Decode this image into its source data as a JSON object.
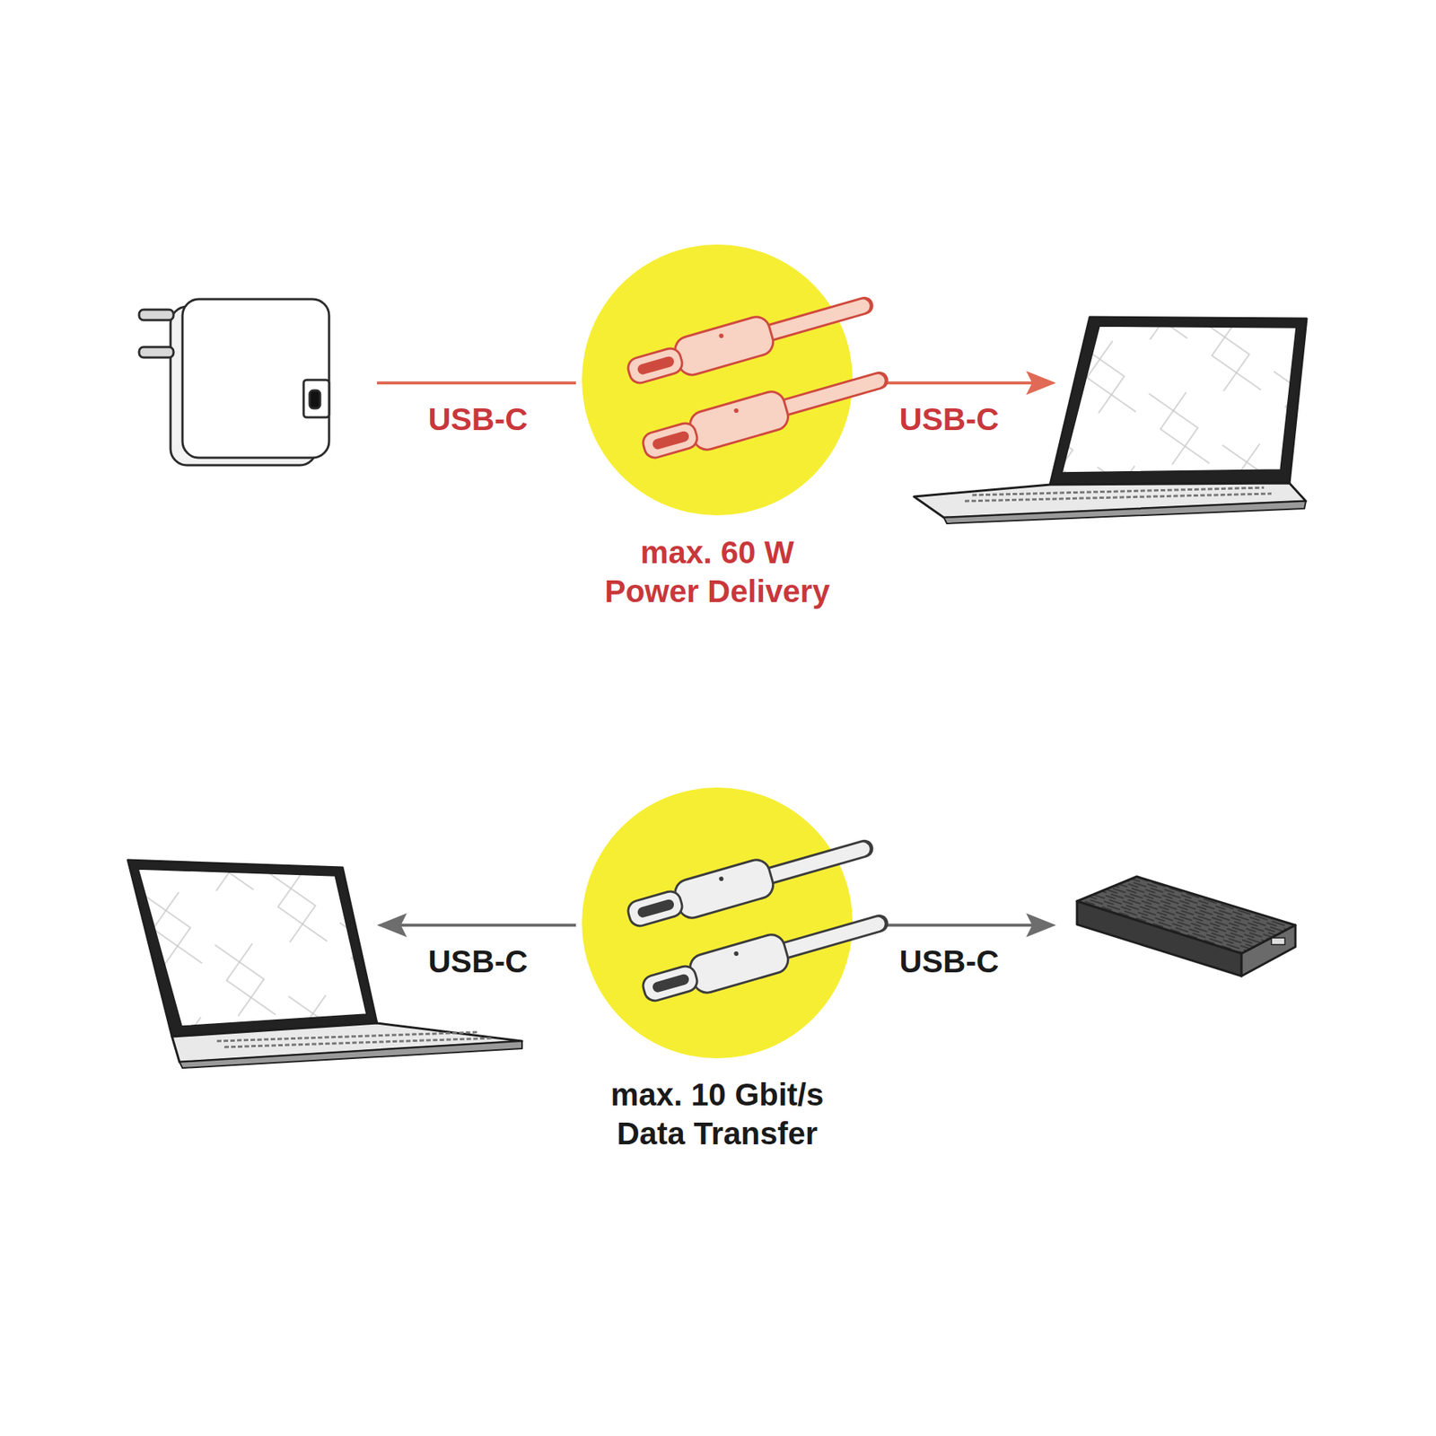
{
  "diagram": {
    "nodes": [
      {
        "text": [
          "max. 60 W Power Delivery"
        ]
      },
      {
        "text": [
          "max. 10 Gbit/s Data Transfer"
        ]
      }
    ],
    "labels": [
      "USB-C",
      "USB-C",
      "USB-C",
      "USB-C"
    ]
  }
}
